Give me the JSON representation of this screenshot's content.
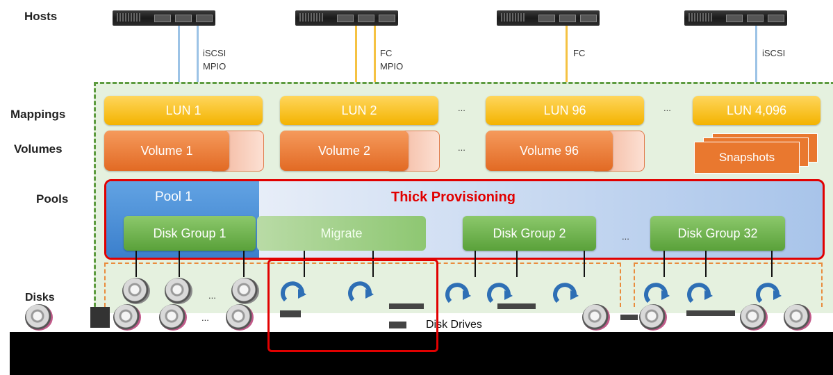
{
  "row_labels": {
    "hosts": "Hosts",
    "mappings": "Mappings",
    "volumes": "Volumes",
    "pools": "Pools",
    "disks": "Disks"
  },
  "hosts": [
    {
      "protocol_line1": "iSCSI",
      "protocol_line2": "MPIO"
    },
    {
      "protocol_line1": "FC",
      "protocol_line2": "MPIO"
    },
    {
      "protocol_line1": "FC",
      "protocol_line2": ""
    },
    {
      "protocol_line1": "iSCSI",
      "protocol_line2": ""
    }
  ],
  "luns": [
    "LUN 1",
    "LUN 2",
    "LUN 96",
    "LUN 4,096"
  ],
  "volumes": [
    "Volume 1",
    "Volume 2",
    "Volume 96"
  ],
  "snapshots_label": "Snapshots",
  "ellipsis": "...",
  "pool": {
    "name": "Pool 1",
    "provisioning": "Thick Provisioning"
  },
  "disk_groups": [
    "Disk Group 1",
    "Disk Group 2",
    "Disk Group 32"
  ],
  "migrate_label": "Migrate",
  "disk_drives_label": "Disk Drives",
  "colors": {
    "lun": "#f3b300",
    "volume": "#e26a24",
    "pool": "#3b7fcc",
    "disk_group": "#5aa13a",
    "highlight": "#e10000",
    "iscsi_link": "#9cc3e6",
    "fc_link": "#f5c242"
  }
}
